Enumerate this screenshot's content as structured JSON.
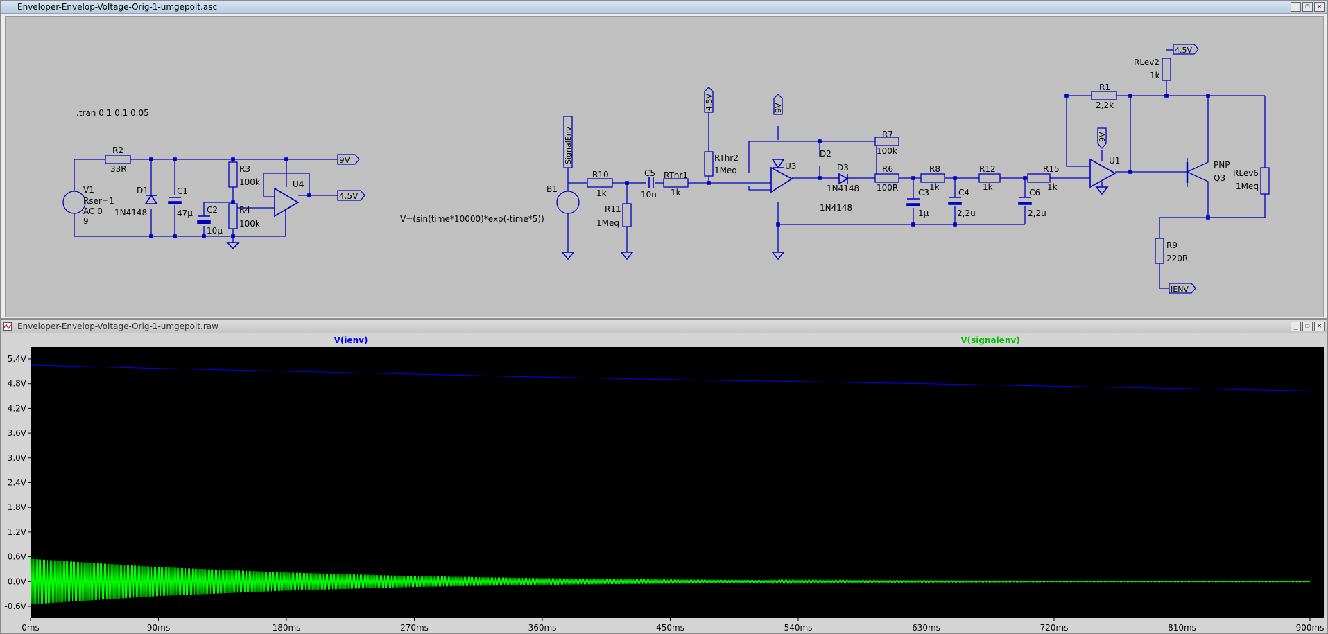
{
  "schematic_window": {
    "title": "Enveloper-Envelop-Voltage-Orig-1-umgepolt.asc",
    "controls": {
      "minimize": "_",
      "restore": "❐",
      "close": "✕"
    },
    "directive": ".tran 0 1 0.1 0.05",
    "b1_expr": "V=(sin(time*10000)*exp(-time*5))",
    "labels": {
      "R2": "R2",
      "R2v": "33R",
      "V1": "V1",
      "V1a": "Rser=1",
      "V1b": "AC 0",
      "V1c": "9",
      "D1": "D1",
      "D1v": "1N4148",
      "C1": "C1",
      "C1v": "47µ",
      "C2": "C2",
      "C2v": "10µ",
      "R3": "R3",
      "R3v": "100k",
      "R4": "R4",
      "R4v": "100k",
      "U4": "U4",
      "B1": "B1",
      "R10": "R10",
      "R10v": "1k",
      "R11": "R11",
      "R11v": "1Meq",
      "C5": "C5",
      "C5v": "10n",
      "RThr1": "RThr1",
      "RThr1v": "1k",
      "RThr2": "RThr2",
      "RThr2v": "1Meq",
      "U3": "U3",
      "D2": "D2",
      "D3": "D3",
      "D3v": "1N4148",
      "D2v": "1N4148",
      "R7": "R7",
      "R7v": "100k",
      "R6": "R6",
      "R6v": "100R",
      "C3": "C3",
      "C3v": "1µ",
      "R8": "R8",
      "R8v": "1k",
      "C4": "C4",
      "C4v": "2,2u",
      "R12": "R12",
      "R12v": "1k",
      "C6": "C6",
      "C6v": "2,2u",
      "R15": "R15",
      "R15v": "1k",
      "U1": "U1",
      "R1": "R1",
      "R1v": "2,2k",
      "RLev2": "RLev2",
      "RLev2v": "1k",
      "Q3": "Q3",
      "Q3t": "PNP",
      "RLev6": "RLev6",
      "RLev6v": "1Meq",
      "R9": "R9",
      "R9v": "220R"
    },
    "nets": {
      "n9v_a": "9V",
      "n45_a": "4.5V",
      "nsig": "SignalEnv",
      "n45_b": "4.5V",
      "n9v_b": "9V",
      "n9v_c": "9V",
      "n45_c": "4.5V",
      "nienv": "IENV"
    }
  },
  "waveform_window": {
    "title": "Enveloper-Envelop-Voltage-Orig-1-umgepolt.raw",
    "controls": {
      "minimize": "_",
      "restore": "❐",
      "close": "✕"
    }
  },
  "colors": {
    "trace_ienv": "#0000ff",
    "trace_signalenv": "#00ff00",
    "wire": "#0000c0",
    "plot_bg": "#000000"
  },
  "chart_data": {
    "type": "line",
    "title": "",
    "xlabel": "",
    "ylabel": "",
    "xlim": [
      0,
      900
    ],
    "ylim": [
      -0.6,
      5.4
    ],
    "x_ticks": [
      "0ms",
      "90ms",
      "180ms",
      "270ms",
      "360ms",
      "450ms",
      "540ms",
      "630ms",
      "720ms",
      "810ms",
      "900ms"
    ],
    "y_ticks": [
      "5.4V",
      "4.8V",
      "4.2V",
      "3.6V",
      "3.0V",
      "2.4V",
      "1.8V",
      "1.2V",
      "0.6V",
      "0.0V",
      "-0.6V"
    ],
    "grid": false,
    "series": [
      {
        "name": "V(ienv)",
        "x": [
          0,
          90,
          180,
          270,
          360,
          450,
          540,
          630,
          720,
          810,
          900
        ],
        "values": [
          5.25,
          5.17,
          5.1,
          5.03,
          4.96,
          4.9,
          4.85,
          4.8,
          4.74,
          4.68,
          4.62
        ]
      },
      {
        "name": "V(signalenv)",
        "type": "envelope",
        "x": [
          0,
          90,
          180,
          270,
          360,
          450,
          540,
          630,
          720,
          810,
          900
        ],
        "upper": [
          0.55,
          0.35,
          0.22,
          0.13,
          0.08,
          0.05,
          0.03,
          0.02,
          0.01,
          0.01,
          0.01
        ],
        "lower": [
          -0.55,
          -0.35,
          -0.22,
          -0.13,
          -0.08,
          -0.05,
          -0.03,
          -0.02,
          -0.01,
          -0.01,
          -0.01
        ]
      }
    ]
  }
}
